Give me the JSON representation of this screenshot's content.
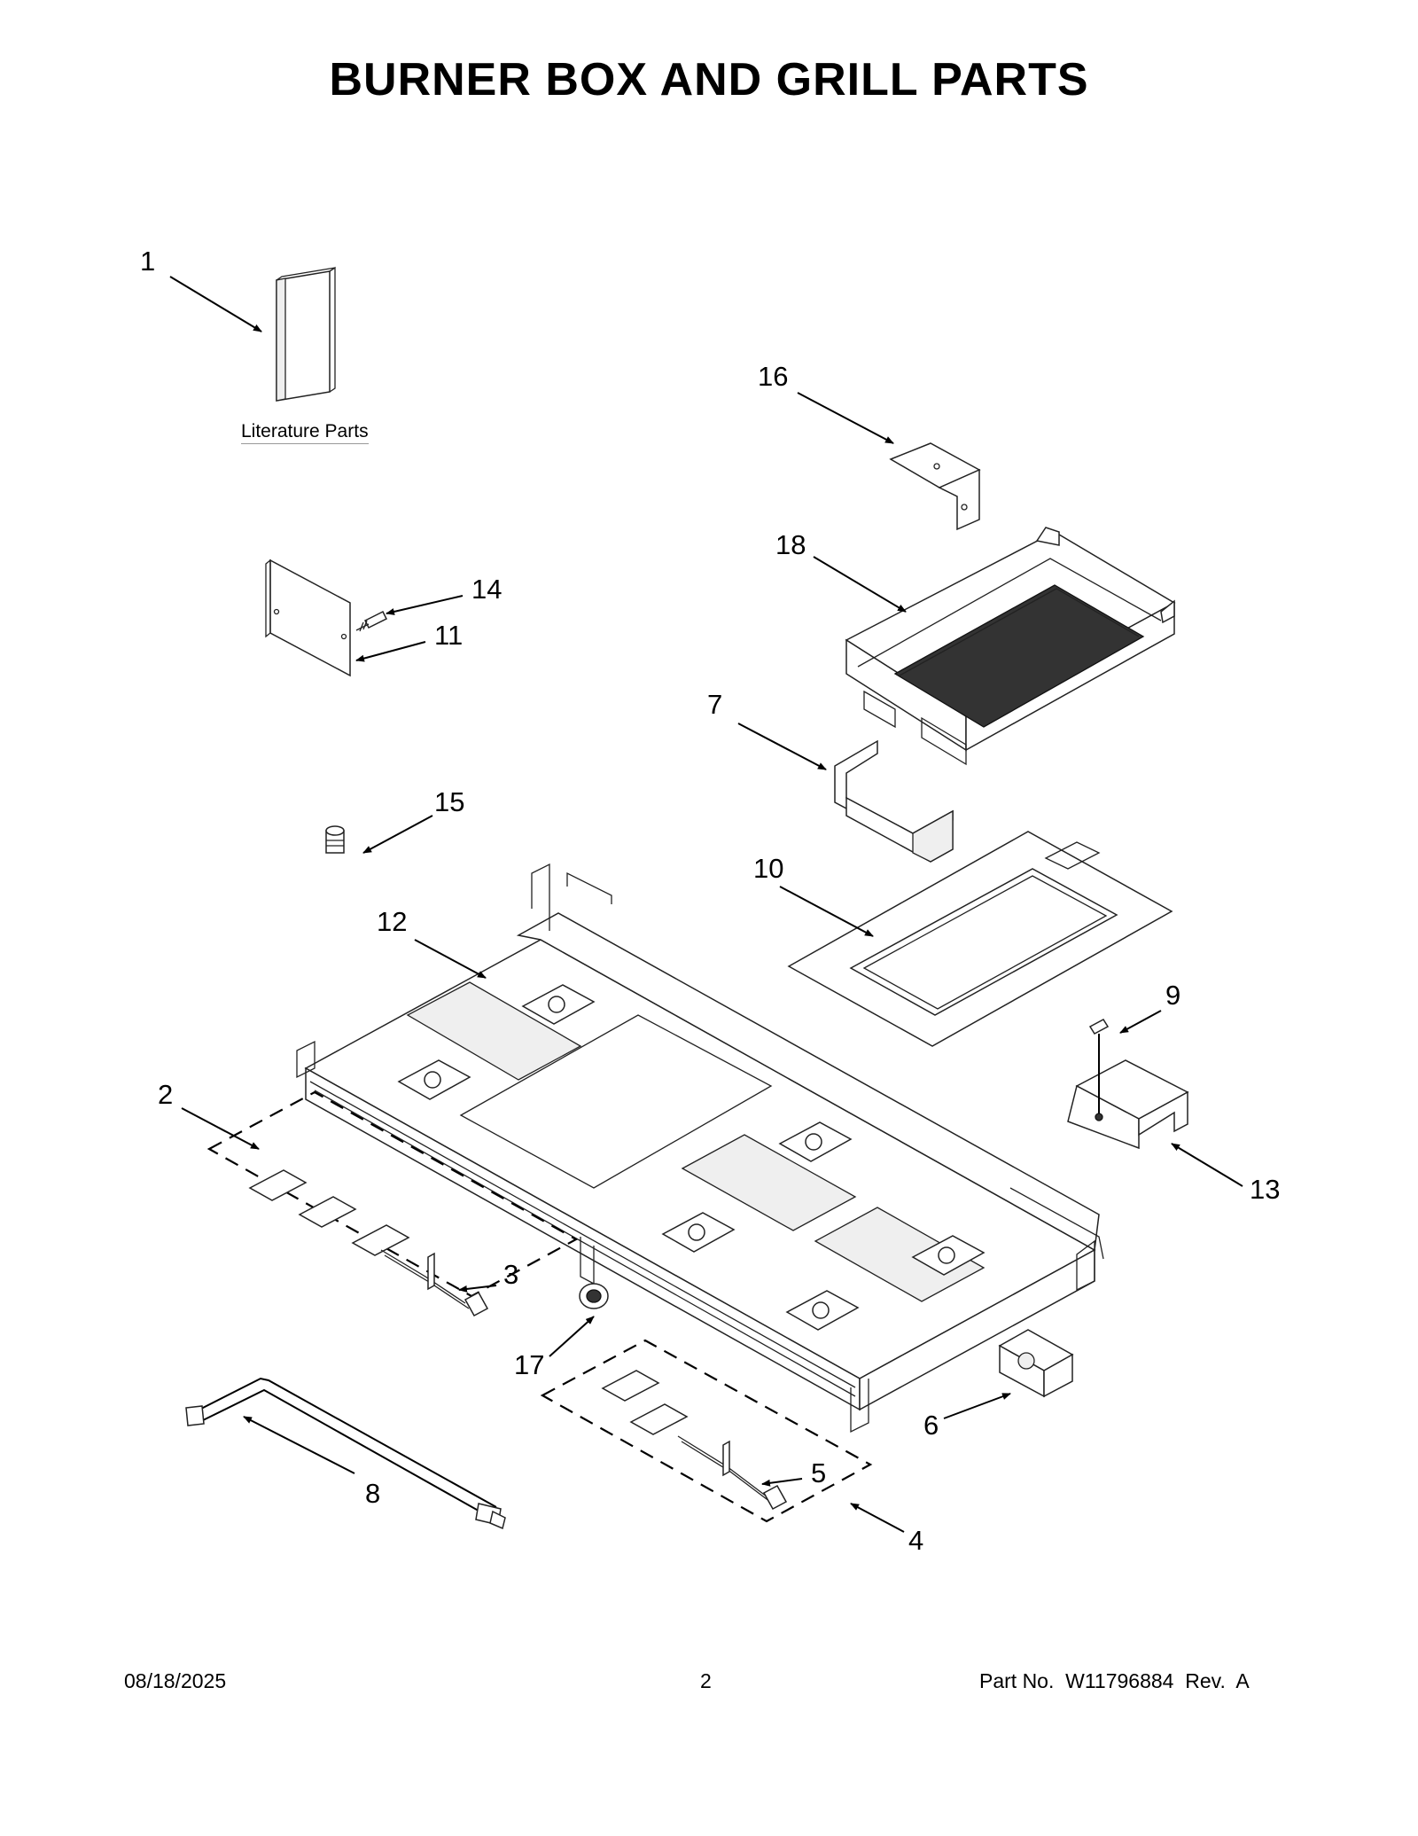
{
  "title": "BURNER BOX AND GRILL PARTS",
  "literature_label": "Literature Parts",
  "callouts": [
    "1",
    "2",
    "3",
    "4",
    "5",
    "6",
    "7",
    "8",
    "9",
    "10",
    "11",
    "12",
    "13",
    "14",
    "15",
    "16",
    "17",
    "18"
  ],
  "footer": {
    "date": "08/18/2025",
    "page": "2",
    "part": "Part No.  W11796884  Rev.  A"
  }
}
